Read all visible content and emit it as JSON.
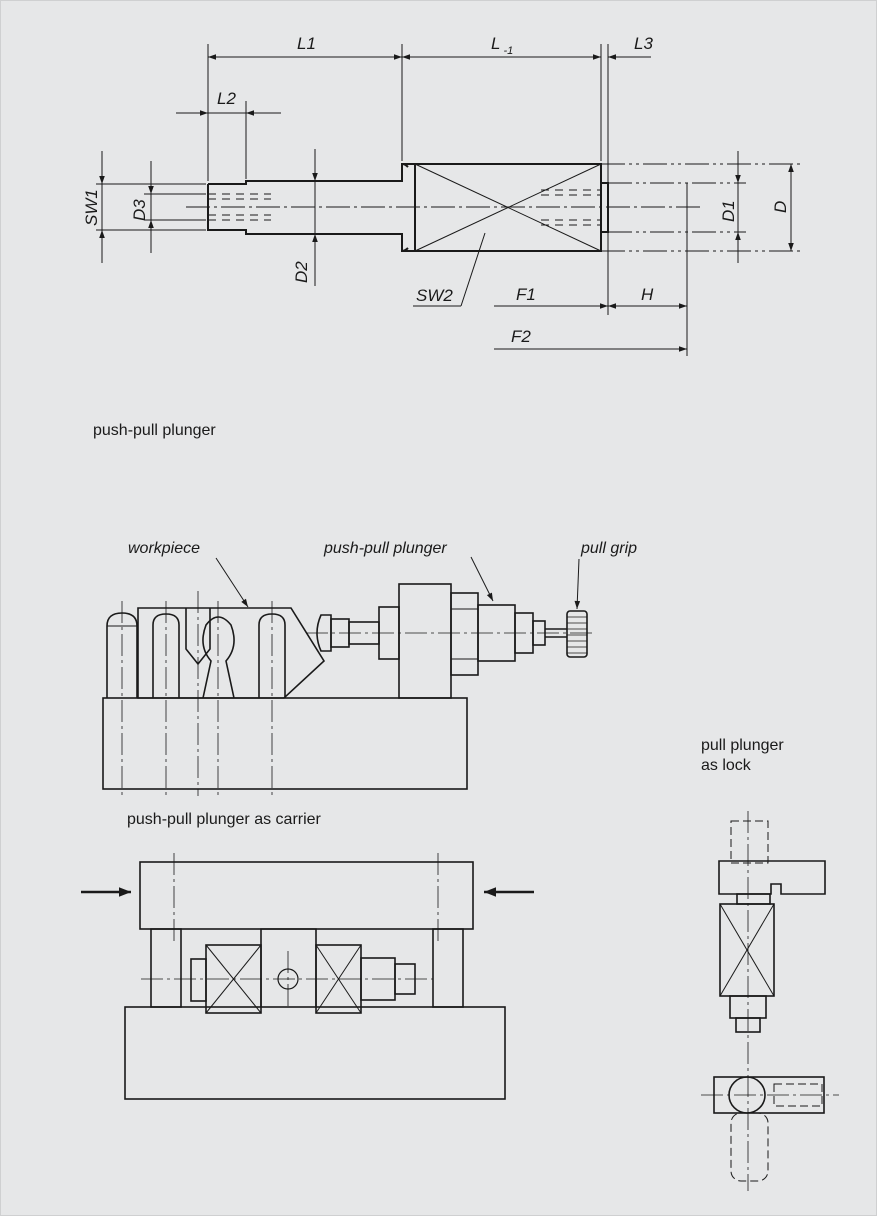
{
  "dimensions": {
    "L1": "L1",
    "L": "L",
    "L_sub": "-1",
    "L3": "L3",
    "L2": "L2",
    "SW1": "SW1",
    "D3": "D3",
    "D2": "D2",
    "SW2": "SW2",
    "F1": "F1",
    "H": "H",
    "F2": "F2",
    "D1": "D1",
    "D": "D"
  },
  "captions": {
    "main": "push-pull plunger",
    "lock": "pull plunger\nas lock",
    "carrier": "push-pull plunger as carrier"
  },
  "callouts": {
    "workpiece": "workpiece",
    "plunger": "push-pull plunger",
    "grip": "pull grip"
  },
  "colors": {
    "background": "#e6e7e8",
    "line": "#1a1a1a"
  }
}
